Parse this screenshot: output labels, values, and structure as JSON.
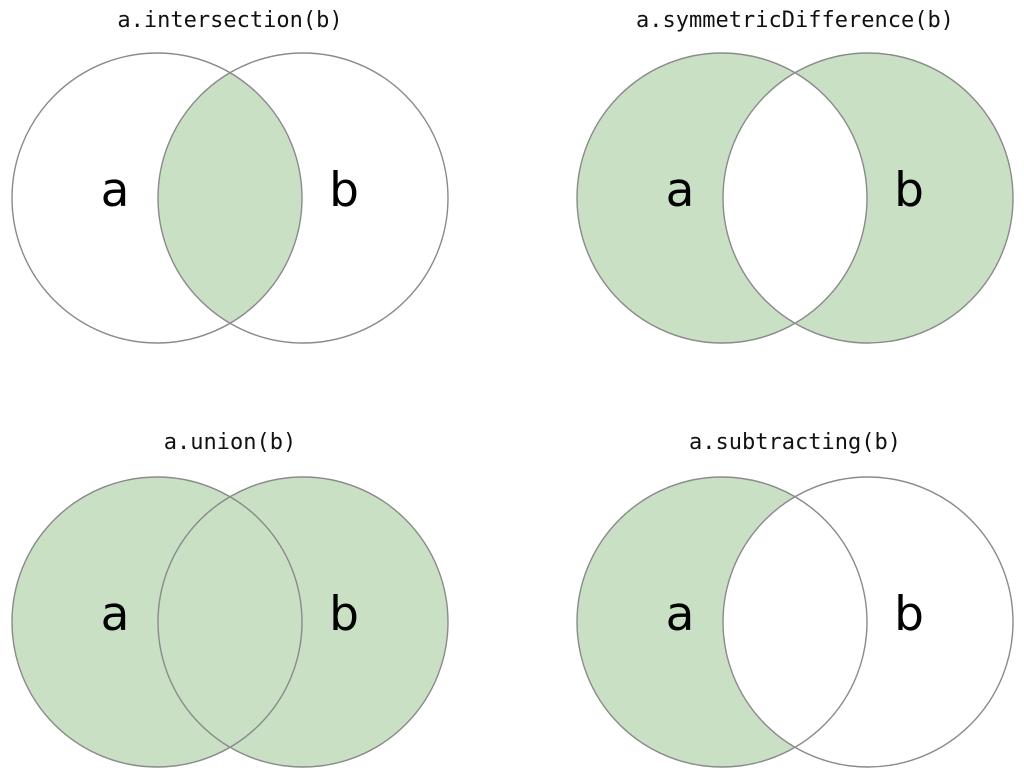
{
  "figure": {
    "background": "#ffffff",
    "colors": {
      "filled": "#c9e0c5",
      "empty": "#ffffff",
      "stroke": "#8a8a8a",
      "text": "#111111"
    },
    "diagrams": [
      {
        "id": "intersection",
        "title": "a.intersection(b)",
        "label_a": "a",
        "label_b": "b",
        "regions": {
          "a_only": "empty",
          "b_only": "empty",
          "overlap": "filled"
        }
      },
      {
        "id": "symmetric-difference",
        "title": "a.symmetricDifference(b)",
        "label_a": "a",
        "label_b": "b",
        "regions": {
          "a_only": "filled",
          "b_only": "filled",
          "overlap": "empty"
        }
      },
      {
        "id": "union",
        "title": "a.union(b)",
        "label_a": "a",
        "label_b": "b",
        "regions": {
          "a_only": "filled",
          "b_only": "filled",
          "overlap": "filled"
        }
      },
      {
        "id": "subtracting",
        "title": "a.subtracting(b)",
        "label_a": "a",
        "label_b": "b",
        "regions": {
          "a_only": "filled",
          "b_only": "empty",
          "overlap": "empty"
        }
      }
    ]
  }
}
